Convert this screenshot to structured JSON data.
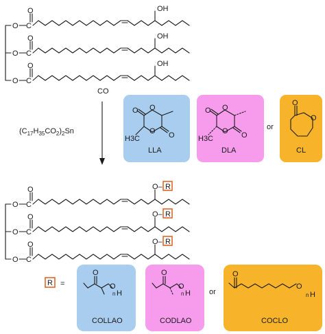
{
  "top": {
    "compound_label": "CO",
    "oh_label": "OH",
    "ester_o": "O",
    "carbonyl_o": "O"
  },
  "reaction": {
    "catalyst": "(C17H35CO2)2Sn"
  },
  "monomers": [
    {
      "label": "LLA",
      "color": "#a9cdee"
    },
    {
      "label": "DLA",
      "color": "#f79cec"
    },
    {
      "label": "CL",
      "color": "#f7b32a"
    }
  ],
  "monomer_methyl": "H3C",
  "or_word": "or",
  "product": {
    "o_r_label": "O–R",
    "r_label": "R"
  },
  "r_definition": {
    "r_label": "R",
    "equals": "=",
    "options": [
      {
        "label": "COLLAO",
        "color": "#a9cdee"
      },
      {
        "label": "CODLAO",
        "color": "#f79cec"
      },
      {
        "label": "COCLO",
        "color": "#f7b32a"
      }
    ],
    "subscript_n": "n",
    "end_h": "H"
  }
}
